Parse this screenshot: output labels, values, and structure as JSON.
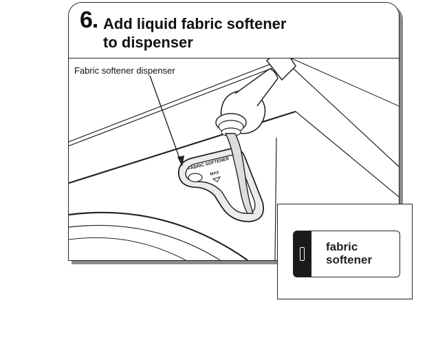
{
  "step": {
    "number": "6.",
    "title_line1": "Add liquid fabric softener",
    "title_line2": "to dispenser"
  },
  "callout": {
    "label": "Fabric softener dispenser"
  },
  "dispenser": {
    "embossed_label": "FABRIC SOFTENER",
    "max_label": "MAX"
  },
  "inset": {
    "line1": "fabric",
    "line2": "softener"
  }
}
